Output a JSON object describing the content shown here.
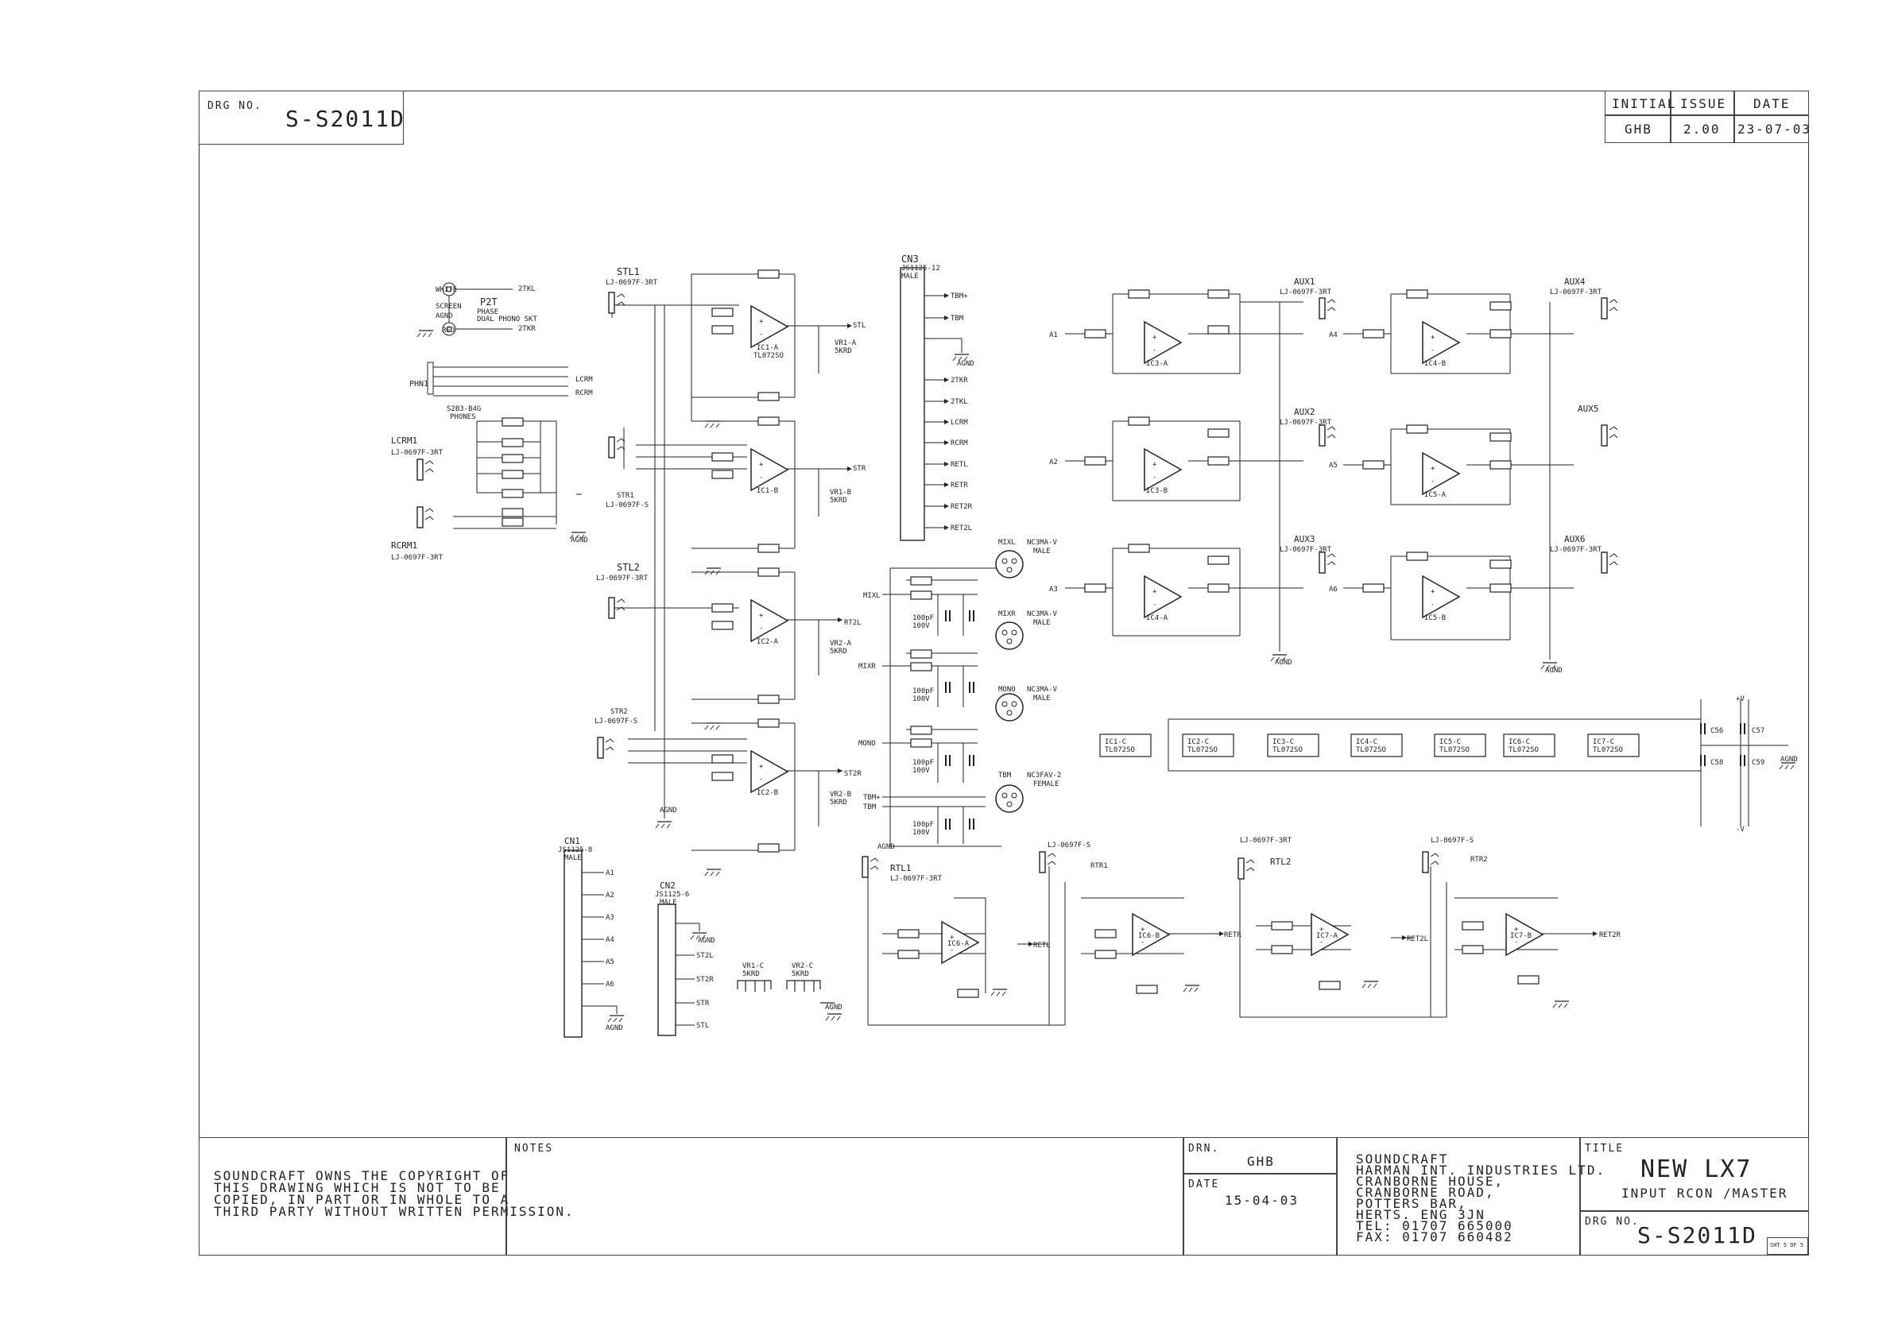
{
  "header": {
    "drg_no_label": "DRG NO.",
    "drg_no": "S-S2011D",
    "rev_headers": [
      "INITIAL",
      "ISSUE",
      "DATE"
    ],
    "rev_values": [
      "GHB",
      "2.00",
      "23-07-03"
    ]
  },
  "title_block": {
    "copyright": "SOUNDCRAFT OWNS THE COPYRIGHT OF\nTHIS DRAWING WHICH IS NOT TO BE\nCOPIED, IN PART OR IN WHOLE TO A\nTHIRD PARTY WITHOUT WRITTEN PERMISSION.",
    "notes_label": "NOTES",
    "drn_label": "DRN.",
    "drn_value": "GHB",
    "date_label": "DATE",
    "date_value": "15-04-03",
    "company": "SOUNDCRAFT\nHARMAN INT. INDUSTRIES LTD.\nCRANBORNE HOUSE,\nCRANBORNE ROAD,\nPOTTERS BAR,\nHERTS. ENG 3JN\nTEL: 01707 665000\nFAX: 01707 660482",
    "title_label": "TITLE",
    "title_main": "NEW LX7",
    "title_sub": "INPUT RCON /MASTER",
    "drg_no_label": "DRG NO.",
    "drg_no": "S-S2011D",
    "sheet": "SHT 5 OF 5"
  },
  "schematic": {
    "left_labels": [
      "P2T",
      "PHASE",
      "DUAL PHONO SKT",
      "WHITE",
      "SCREEN",
      "AGND",
      "RED",
      "2TKL",
      "2TKR",
      "PHN1",
      "S2B3-B4G",
      "PHONES",
      "LCRM1",
      "LJ-0697F-3RT",
      "RCRM1",
      "LJ-0697F-3RT",
      "LCRM",
      "RCRM",
      "AGND"
    ],
    "stl_labels": [
      "STL1",
      "LJ-0697F-3RT",
      "STR1",
      "LJ-0697F-S",
      "STL2",
      "LJ-0697F-3RT",
      "STR2",
      "LJ-0697F-S"
    ],
    "opamps": [
      "IC1-A",
      "IC1-B",
      "IC2-A",
      "IC2-B",
      "IC3-A",
      "IC3-B",
      "IC4-A",
      "IC4-B",
      "IC5-A",
      "IC5-B",
      "IC6-A",
      "IC6-B",
      "IC7-A",
      "IC7-B"
    ],
    "opamp_part": "TL072SO",
    "outputs": [
      "STL",
      "STR",
      "RT2L",
      "ST2R",
      "RETL",
      "RETR",
      "RET2L",
      "RET2R"
    ],
    "pots": [
      "VR1-A 5KRD",
      "VR1-B 5KRD",
      "VR2-A 5KRD",
      "VR2-B 5KRD",
      "VR1-C 5KRD",
      "VR2-C 5KRD"
    ],
    "cn3_labels": [
      "CN3",
      "JS1125-12",
      "MALE",
      "TBM+",
      "TBM",
      "AGND",
      "2TKR",
      "2TKL",
      "LCRM",
      "RCRM",
      "RETL",
      "RETR",
      "RET2R",
      "RET2L"
    ],
    "xlr_labels": [
      "MIXL",
      "NC3MA-V",
      "MALE",
      "MIXR",
      "NC3MA-V",
      "MALE",
      "MONO",
      "NC3MA-V",
      "MALE",
      "TBM",
      "NC3FAV-2",
      "FEMALE"
    ],
    "aux_labels": [
      "AUX1",
      "AUX2",
      "AUX3",
      "AUX4",
      "AUX5",
      "AUX6"
    ],
    "aux_jack": "LJ-0697F-3RT",
    "aux_inputs": [
      "A1",
      "A2",
      "A3",
      "A4",
      "A5",
      "A6"
    ],
    "ret_labels": [
      "RTL1",
      "LJ-0697F-3RT",
      "LJ-0697F-S",
      "RTR1",
      "RTL2",
      "LJ-0697F-3RT",
      "LJ-0697F-S",
      "RTR2"
    ],
    "cn1_labels": [
      "CN1",
      "JS1125-8",
      "MALE",
      "A1",
      "A2",
      "A3",
      "A4",
      "A5",
      "A6",
      "AGND"
    ],
    "cn2_labels": [
      "CN2",
      "JS1125-6",
      "MALE",
      "AGND",
      "ST2L",
      "ST2R",
      "STR",
      "STL"
    ],
    "power_ics": [
      "IC1-C",
      "IC2-C",
      "IC3-C",
      "IC4-C",
      "IC5-C",
      "IC6-C",
      "IC7-C"
    ],
    "power_labels": [
      "+V",
      "-V",
      "AGND",
      "C56",
      "C57",
      "C58",
      "C59"
    ]
  }
}
